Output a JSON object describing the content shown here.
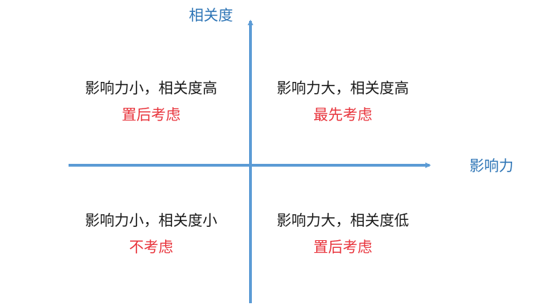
{
  "colors": {
    "axis": "#5b9bd5",
    "axis_label": "#2e75b6",
    "action": "#e8343c",
    "text": "#1a1a1a"
  },
  "axes": {
    "y_label": "相关度",
    "x_label": "影响力"
  },
  "quadrants": {
    "top_left": {
      "description": "影响力小，相关度高",
      "action": "置后考虑"
    },
    "top_right": {
      "description": "影响力大，相关度高",
      "action": "最先考虑"
    },
    "bottom_left": {
      "description": "影响力小，相关度小",
      "action": "不考虑"
    },
    "bottom_right": {
      "description": "影响力大，相关度低",
      "action": "置后考虑"
    }
  }
}
